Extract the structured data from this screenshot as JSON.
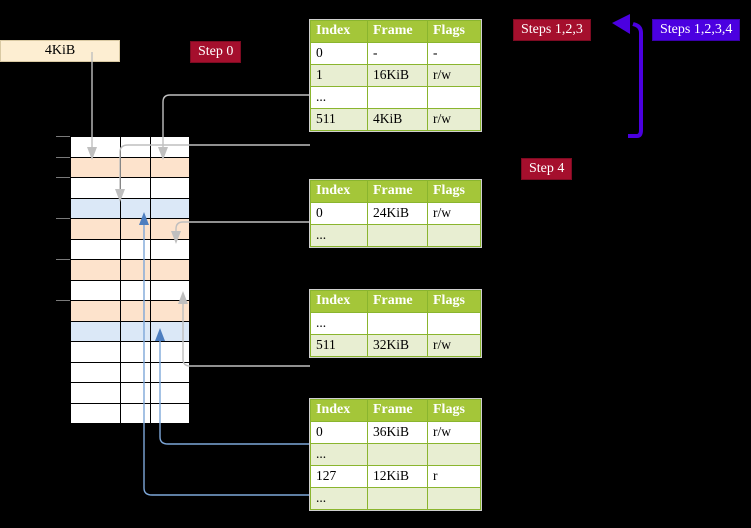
{
  "size_box": {
    "label": "4KiB"
  },
  "labels": {
    "step0": "Step 0",
    "steps123": "Steps 1,2,3",
    "steps1234": "Steps 1,2,3,4",
    "step4": "Step 4"
  },
  "colors": {
    "table_header": "#a4c639",
    "table_alt_row": "#e8eed2",
    "highlight": "#ffff9e",
    "step_red": "#a50f2d",
    "step_blue": "#4b00e0",
    "memory_orange": "#fde3cc",
    "memory_blue": "#dbe8f7",
    "size_box": "#fdeed2",
    "gray_connector": "#bfbfbf",
    "blue_connector": "#7da7d9"
  },
  "tables": [
    {
      "id": "table-1",
      "headers": [
        "Index",
        "Frame",
        "Flags"
      ],
      "rows": [
        {
          "cells": [
            "0",
            "-",
            "-"
          ],
          "shade": "white",
          "highlight": false
        },
        {
          "cells": [
            "1",
            "16KiB",
            "r/w"
          ],
          "shade": "alt",
          "highlight": false
        },
        {
          "cells": [
            "...",
            "",
            ""
          ],
          "shade": "white",
          "highlight": false
        },
        {
          "cells": [
            "511",
            "4KiB",
            "r/w"
          ],
          "shade": "alt",
          "highlight": true
        }
      ]
    },
    {
      "id": "table-2",
      "headers": [
        "Index",
        "Frame",
        "Flags"
      ],
      "rows": [
        {
          "cells": [
            "0",
            "24KiB",
            "r/w"
          ],
          "shade": "white",
          "highlight": false
        },
        {
          "cells": [
            "...",
            "",
            ""
          ],
          "shade": "alt",
          "highlight": false
        }
      ]
    },
    {
      "id": "table-3",
      "headers": [
        "Index",
        "Frame",
        "Flags"
      ],
      "rows": [
        {
          "cells": [
            "...",
            "",
            ""
          ],
          "shade": "white",
          "highlight": false
        },
        {
          "cells": [
            "511",
            "32KiB",
            "r/w"
          ],
          "shade": "alt",
          "highlight": false
        }
      ]
    },
    {
      "id": "table-4",
      "headers": [
        "Index",
        "Frame",
        "Flags"
      ],
      "rows": [
        {
          "cells": [
            "0",
            "36KiB",
            "r/w"
          ],
          "shade": "white",
          "highlight": false
        },
        {
          "cells": [
            "...",
            "",
            ""
          ],
          "shade": "alt",
          "highlight": false
        },
        {
          "cells": [
            "127",
            "12KiB",
            "r"
          ],
          "shade": "white",
          "highlight": false
        },
        {
          "cells": [
            "...",
            "",
            ""
          ],
          "shade": "alt",
          "highlight": false
        }
      ]
    }
  ],
  "memory": {
    "rows": [
      {
        "fill": "white"
      },
      {
        "fill": "orange"
      },
      {
        "fill": "white"
      },
      {
        "fill": "blue"
      },
      {
        "fill": "orange"
      },
      {
        "fill": "white"
      },
      {
        "fill": "orange"
      },
      {
        "fill": "white"
      },
      {
        "fill": "orange"
      },
      {
        "fill": "blue"
      },
      {
        "fill": "white"
      },
      {
        "fill": "white"
      },
      {
        "fill": "white"
      },
      {
        "fill": "white"
      }
    ]
  }
}
